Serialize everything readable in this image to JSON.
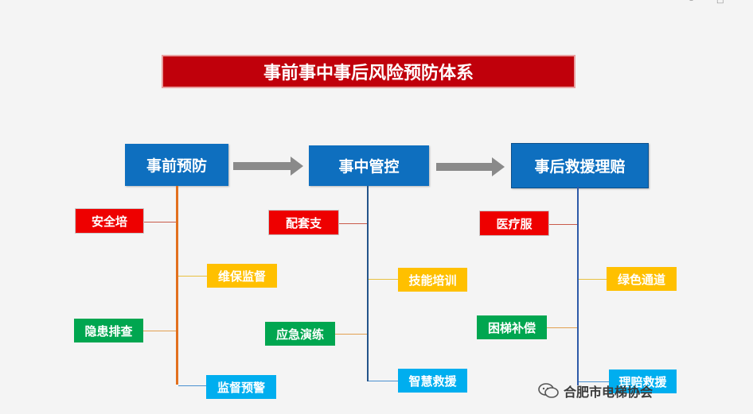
{
  "diagram": {
    "title": "事前事中事后风险预防体系",
    "columns": [
      {
        "heading": "事前预防",
        "items": [
          "安全培",
          "维保监督",
          "隐患排查",
          "监督预警"
        ]
      },
      {
        "heading": "事中管控",
        "items": [
          "配套支",
          "技能培训",
          "应急演练",
          "智慧救援"
        ]
      },
      {
        "heading": "事后救援理赔",
        "items": [
          "医疗服",
          "绿色通道",
          "困梯补偿",
          "理赔救援"
        ]
      }
    ]
  },
  "watermark": {
    "text": "合肥市电梯协会"
  },
  "colors": {
    "title_bg": "#c0000b",
    "heading_bg": "#0e6fbf",
    "arrow": "#8a8a8a",
    "red": "#ee0000",
    "yellow": "#ffc000",
    "green": "#00a650",
    "cyan": "#00aeef",
    "trunk_col1": "#e2701e",
    "trunk_col2": "#24548a",
    "trunk_col3": "#2e5aa8"
  }
}
